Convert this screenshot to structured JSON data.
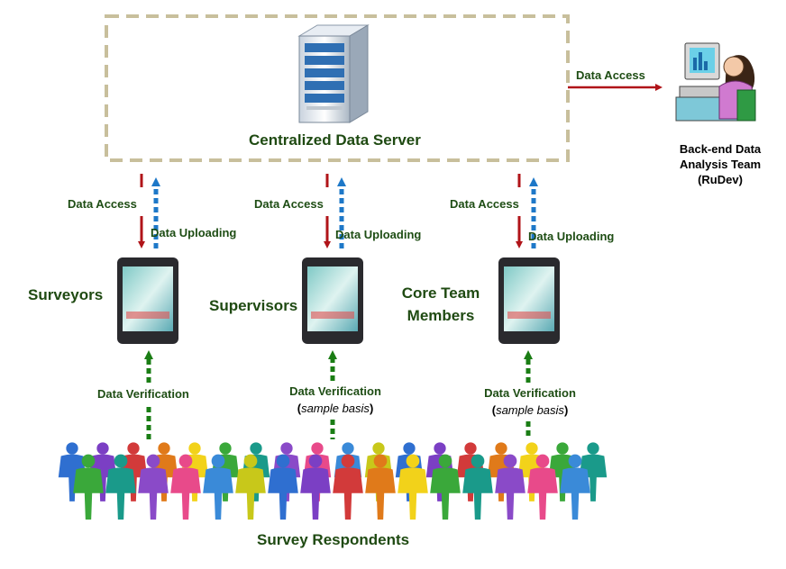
{
  "server": {
    "label": "Centralized Data Server",
    "icon": "server-icon"
  },
  "analyst": {
    "label_lines": [
      "Back-end Data",
      "Analysis Team",
      "(RuDev)"
    ],
    "icon": "analyst-at-computer-icon",
    "arrow_label": "Data Access"
  },
  "columns": [
    {
      "role": "Surveyors",
      "access": "Data Access",
      "upload": "Data Uploading",
      "verification": "Data Verification",
      "verification_note": ""
    },
    {
      "role": "Supervisors",
      "access": "Data Access",
      "upload": "Data Uploading",
      "verification": "Data Verification",
      "verification_note": "sample basis"
    },
    {
      "role_lines": [
        "Core Team",
        "Members"
      ],
      "access": "Data Access",
      "upload": "Data Uploading",
      "verification": "Data Verification",
      "verification_note": "sample basis"
    }
  ],
  "respondents": {
    "label": "Survey Respondents",
    "icon": "crowd-of-people-icon"
  },
  "colors": {
    "access_arrow": "#b01419",
    "upload_arrow": "#1e78c8",
    "verify_arrow": "#1a7d14",
    "server_border": "#c8bf9c",
    "label_text": "#1e4d14"
  }
}
